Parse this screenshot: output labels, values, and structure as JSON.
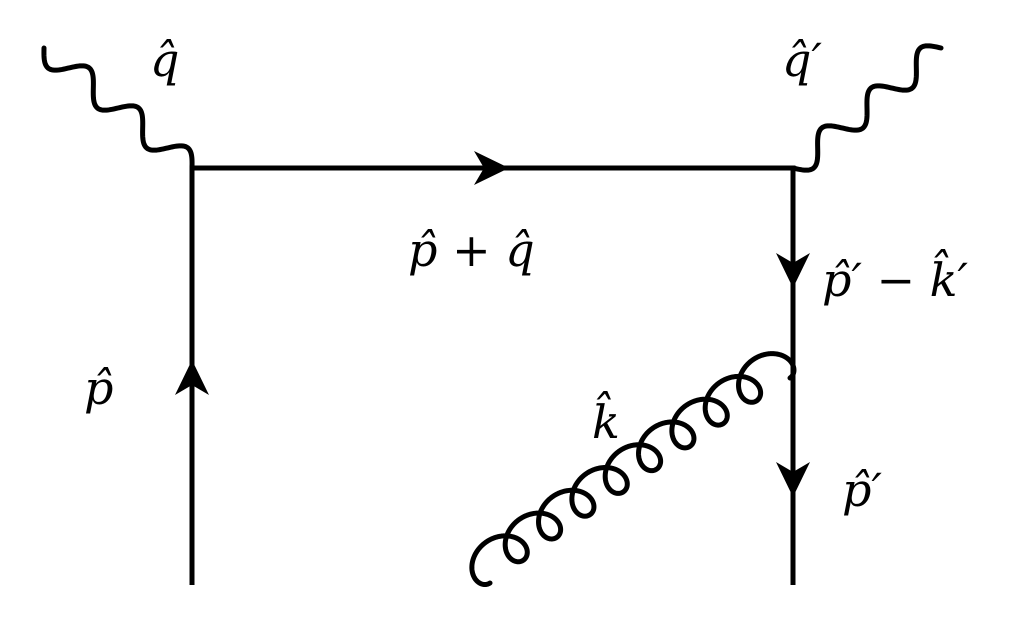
{
  "labels": {
    "photon_in": "q̂",
    "photon_out": "q̂′",
    "propagator_top": "p̂ + q̂",
    "propagator_right_upper": "p̂′ − k̂′",
    "quark_in": "p̂",
    "quark_out": "p̂′",
    "gluon": "k̂"
  },
  "colors": {
    "ink": "#000000",
    "background": "#ffffff"
  }
}
